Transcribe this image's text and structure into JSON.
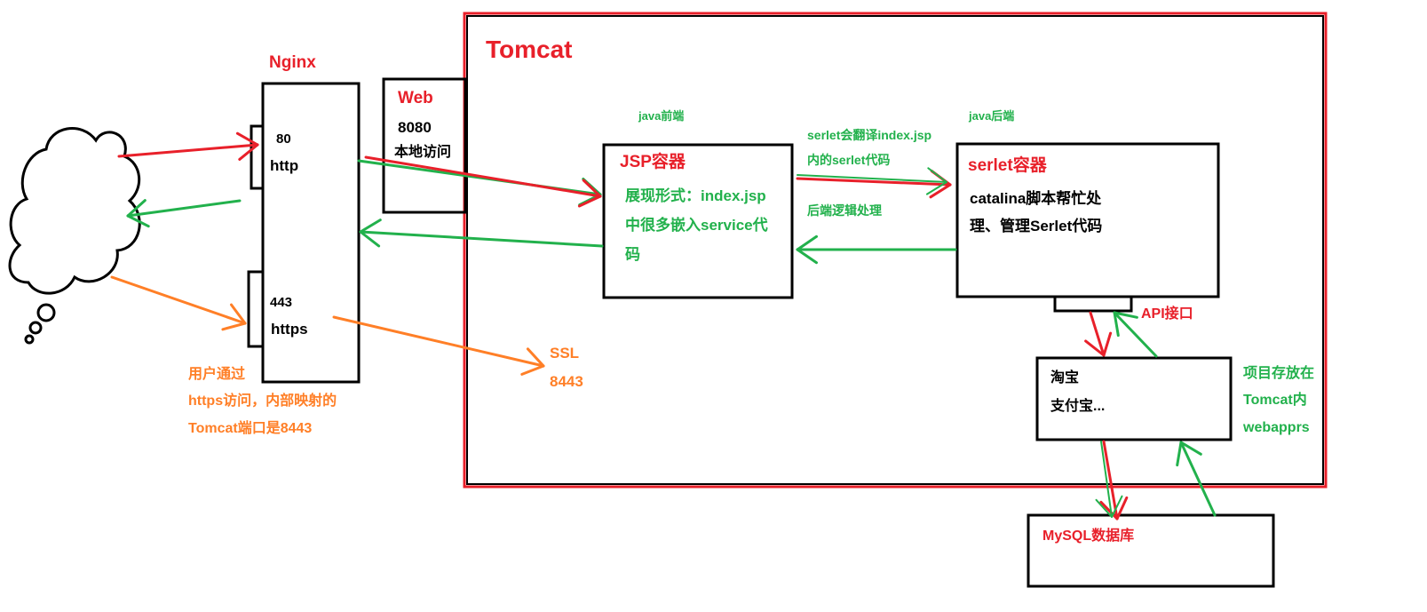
{
  "colors": {
    "black": "#000000",
    "red": "#e8202a",
    "green": "#22b14c",
    "orange": "#ff7f27"
  },
  "tomcat": {
    "title": "Tomcat"
  },
  "nginx": {
    "title": "Nginx",
    "port80": "80",
    "http": "http",
    "port443": "443",
    "https": "https"
  },
  "web": {
    "title": "Web",
    "port": "8080",
    "note": "本地访问"
  },
  "jsp": {
    "caption": "java前端",
    "title": "JSP容器",
    "line1": "展现形式：index.jsp",
    "line2": "中很多嵌入service代",
    "line3": "码"
  },
  "servlet": {
    "caption": "java后端",
    "title": "serlet容器",
    "line1": "catalina脚本帮忙处",
    "line2": "理、管理Serlet代码"
  },
  "middle": {
    "note1": "serlet会翻译index.jsp",
    "note2": "内的serlet代码",
    "backend": "后端逻辑处理"
  },
  "api": {
    "label": "API接口"
  },
  "taobao": {
    "line1": "淘宝",
    "line2": "支付宝..."
  },
  "project": {
    "line1": "项目存放在",
    "line2": "Tomcat内",
    "line3": "webapprs"
  },
  "mysql": {
    "label": "MySQL数据库"
  },
  "ssl": {
    "line1": "SSL",
    "line2": "8443"
  },
  "user": {
    "line1": "用户通过",
    "line2": "https访问，内部映射的",
    "line3": "Tomcat端口是8443"
  }
}
